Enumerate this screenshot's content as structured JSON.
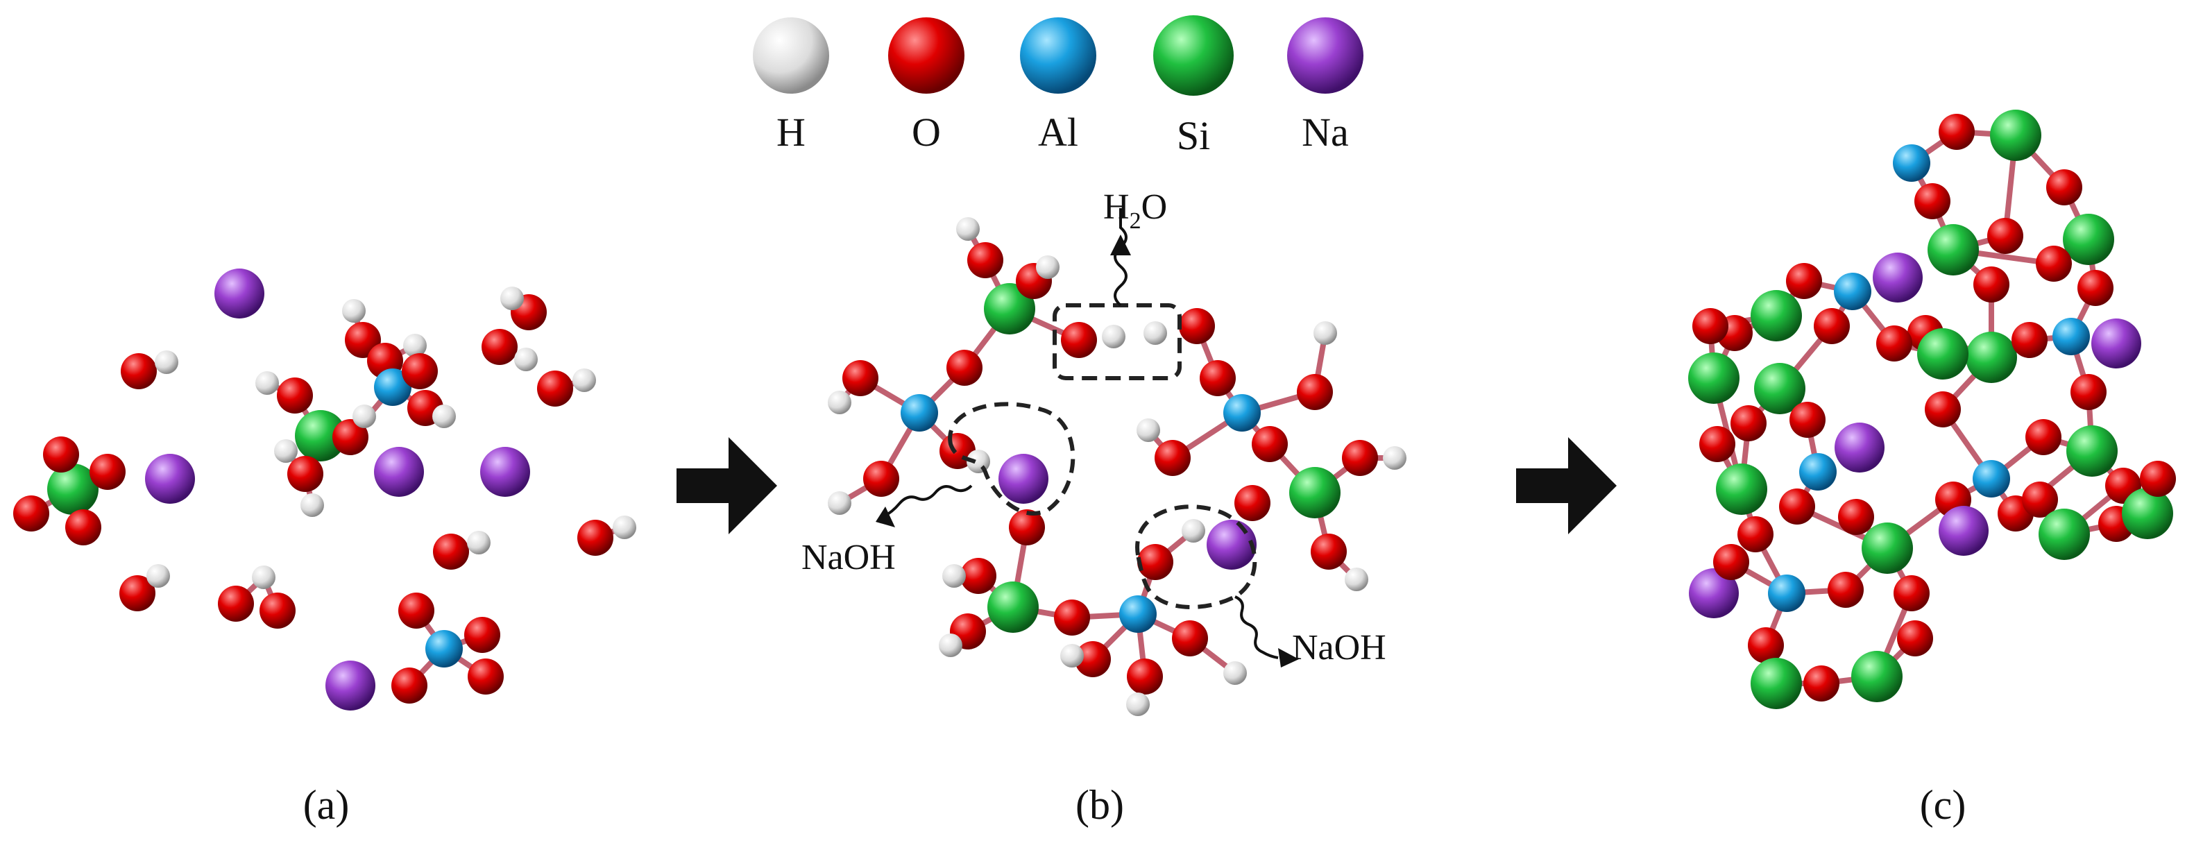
{
  "legend": {
    "items": [
      {
        "symbol": "H",
        "color": "#e8e8e8"
      },
      {
        "symbol": "O",
        "color": "#e00000"
      },
      {
        "symbol": "Al",
        "color": "#1aa0e0"
      },
      {
        "symbol": "Si",
        "color": "#20c040"
      },
      {
        "symbol": "Na",
        "color": "#9a40d0"
      }
    ]
  },
  "panels": {
    "a_label": "(a)",
    "b_label": "(b)",
    "c_label": "(c)"
  },
  "annotations": {
    "water": "H",
    "water_sub": "2",
    "water_tail": "O",
    "naoh_left": "NaOH",
    "naoh_right": "NaOH"
  },
  "colors": {
    "arrow": "#111111",
    "dashed_box": "#222222"
  }
}
